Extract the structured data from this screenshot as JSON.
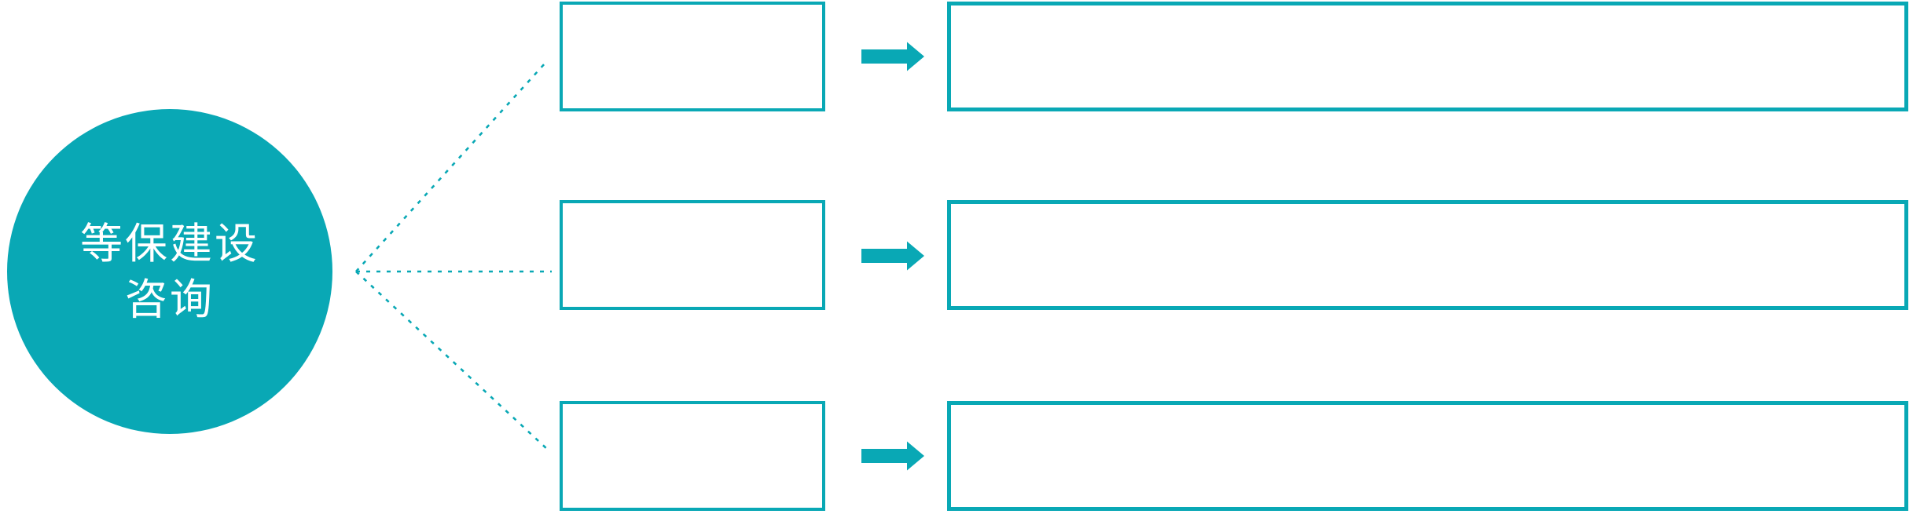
{
  "diagram": {
    "hub": {
      "label_line1": "等保建设",
      "label_line2": "咨询"
    },
    "rows": [
      {
        "topic_label": "",
        "detail_label": ""
      },
      {
        "topic_label": "",
        "detail_label": ""
      },
      {
        "topic_label": "",
        "detail_label": ""
      }
    ],
    "icons": {
      "arrow": "arrow-right-icon",
      "connector": "dotted-line"
    },
    "colors": {
      "accent": "#09A8B5",
      "background": "#FFFFFF",
      "hub_text": "#FFFFFF"
    }
  }
}
